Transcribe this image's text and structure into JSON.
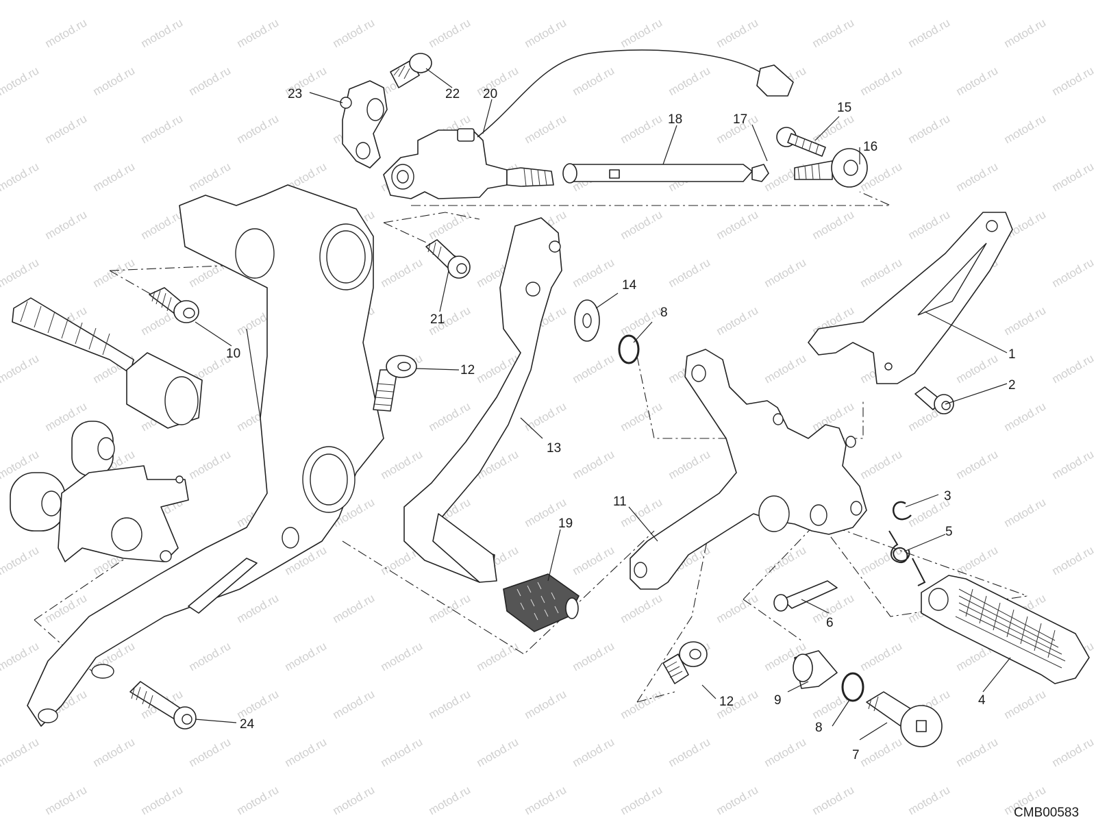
{
  "watermark": {
    "text": "motod.ru",
    "color": "#cfcfcf"
  },
  "diagram_code": "CMB00583",
  "callouts": [
    {
      "id": "1",
      "text": "1"
    },
    {
      "id": "2",
      "text": "2"
    },
    {
      "id": "3",
      "text": "3"
    },
    {
      "id": "4",
      "text": "4"
    },
    {
      "id": "5",
      "text": "5"
    },
    {
      "id": "6",
      "text": "6"
    },
    {
      "id": "7",
      "text": "7"
    },
    {
      "id": "8a",
      "text": "8"
    },
    {
      "id": "8b",
      "text": "8"
    },
    {
      "id": "9",
      "text": "9"
    },
    {
      "id": "10",
      "text": "10"
    },
    {
      "id": "11",
      "text": "11"
    },
    {
      "id": "12a",
      "text": "12"
    },
    {
      "id": "12b",
      "text": "12"
    },
    {
      "id": "13",
      "text": "13"
    },
    {
      "id": "14",
      "text": "14"
    },
    {
      "id": "15",
      "text": "15"
    },
    {
      "id": "16",
      "text": "16"
    },
    {
      "id": "17",
      "text": "17"
    },
    {
      "id": "18",
      "text": "18"
    },
    {
      "id": "19",
      "text": "19"
    },
    {
      "id": "20",
      "text": "20"
    },
    {
      "id": "21",
      "text": "21"
    },
    {
      "id": "22",
      "text": "22"
    },
    {
      "id": "23",
      "text": "23"
    },
    {
      "id": "24",
      "text": "24"
    }
  ]
}
